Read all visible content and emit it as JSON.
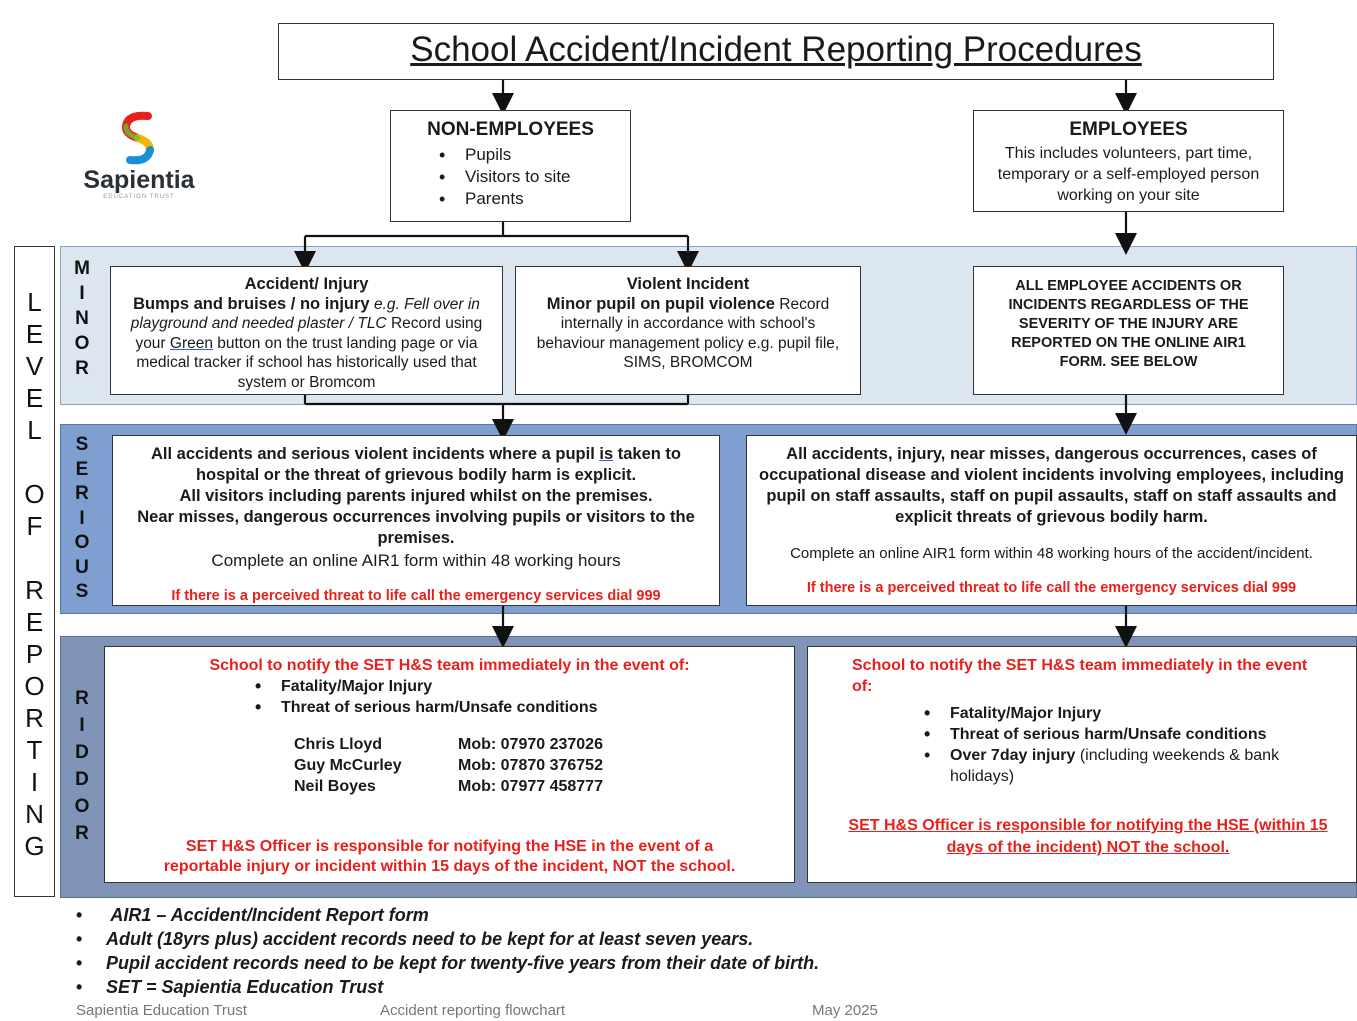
{
  "title": "School Accident/Incident Reporting Procedures",
  "logo": {
    "name": "Sapientia",
    "subtitle": "EDUCATION TRUST",
    "colors": [
      "#e8201c",
      "#1a8fd8",
      "#6bbf3a",
      "#f7b500"
    ]
  },
  "non_employees": {
    "heading": "NON-EMPLOYEES",
    "items": [
      "Pupils",
      "Visitors to site",
      "Parents"
    ]
  },
  "employees": {
    "heading": "EMPLOYEES",
    "text": "This includes volunteers, part time, temporary or a self-employed person working on your site"
  },
  "side_label": {
    "letters_col1": [
      "L",
      "E",
      "V",
      "E",
      "L"
    ],
    "word2": [
      "O",
      "F"
    ],
    "word3": [
      "R",
      "E",
      "P",
      "O",
      "R",
      "T",
      "I",
      "N",
      "G"
    ]
  },
  "levels": {
    "minor": [
      "M",
      "I",
      "N",
      "O",
      "R"
    ],
    "serious": [
      "S",
      "E",
      "R",
      "I",
      "O",
      "U",
      "S"
    ],
    "riddor": [
      "R",
      "I",
      "D",
      "D",
      "O",
      "R"
    ]
  },
  "minor": {
    "accident": {
      "heading": "Accident/ Injury",
      "bold": "Bumps and bruises / no injury",
      "italic": "e.g. Fell over in playground and needed plaster / TLC",
      "text_before_link": "Record using your ",
      "link": "Green",
      "text_after_link": " button on the trust landing page or via medical tracker if school has historically used that system or Bromcom"
    },
    "violent": {
      "heading": "Violent Incident",
      "bold": "Minor pupil on pupil violence",
      "text": "Record internally in accordance with school's behaviour management policy e.g. pupil file, SIMS, BROMCOM"
    },
    "employee": {
      "text": "ALL EMPLOYEE ACCIDENTS OR INCIDENTS REGARDLESS OF THE SEVERITY OF THE INJURY ARE REPORTED ON THE ONLINE AIR1 FORM. SEE BELOW"
    }
  },
  "serious": {
    "left": {
      "line1_before": "All accidents and serious violent incidents where a pupil ",
      "line1_is": "is",
      "line1_after": " taken to hospital or the threat of grievous bodily harm is explicit.",
      "line2": "All visitors including parents injured whilst on the premises.",
      "line3": "Near misses, dangerous occurrences involving pupils or visitors to the premises.",
      "normal": "Complete an online AIR1 form within 48 working hours",
      "red": "If there is a perceived threat to life call the emergency services dial 999"
    },
    "right": {
      "bold": "All accidents, injury, near misses, dangerous occurrences, cases of occupational disease and violent incidents involving employees, including pupil on staff assaults, staff on pupil assaults, staff on staff assaults and explicit threats of grievous bodily harm.",
      "normal": "Complete an online AIR1 form within 48 working hours of the accident/incident.",
      "red": "If there is a perceived threat to life call the emergency services dial 999"
    }
  },
  "riddor": {
    "left": {
      "notify": "School to notify the SET H&S team immediately in the event of:",
      "items": [
        "Fatality/Major Injury",
        "Threat of serious harm/Unsafe conditions"
      ],
      "contacts": [
        {
          "name": "Chris Lloyd",
          "mob": "Mob: 07970 237026"
        },
        {
          "name": "Guy McCurley",
          "mob": "Mob: 07870 376752"
        },
        {
          "name": "Neil Boyes",
          "mob": "Mob: 07977 458777"
        }
      ],
      "red": "SET H&S Officer is responsible for notifying the HSE in the event of a reportable injury or incident within 15 days of the incident, NOT the school."
    },
    "right": {
      "notify": "School to notify the SET H&S team immediately in the event of:",
      "items": [
        "Fatality/Major Injury",
        "Threat of serious harm/Unsafe conditions"
      ],
      "item3_bold": "Over 7day injury",
      "item3_normal": " (including weekends & bank holidays)",
      "red": "SET H&S Officer is responsible for notifying the HSE (within 15 days of the incident) NOT the school."
    }
  },
  "notes": [
    " AIR1 – Accident/Incident Report form",
    "Adult (18yrs plus) accident records need to be kept for at least seven years.",
    "Pupil accident records need to be kept for twenty-five years from their date of birth.",
    "SET = Sapientia Education Trust"
  ],
  "footer": {
    "org": "Sapientia Education Trust",
    "doc": "Accident reporting flowchart",
    "date": "May 2025"
  },
  "colors": {
    "minor_band": "#dce6f1",
    "serious_band": "#7f9fd0",
    "riddor_band": "#8094b8",
    "red": "#e8201c"
  }
}
